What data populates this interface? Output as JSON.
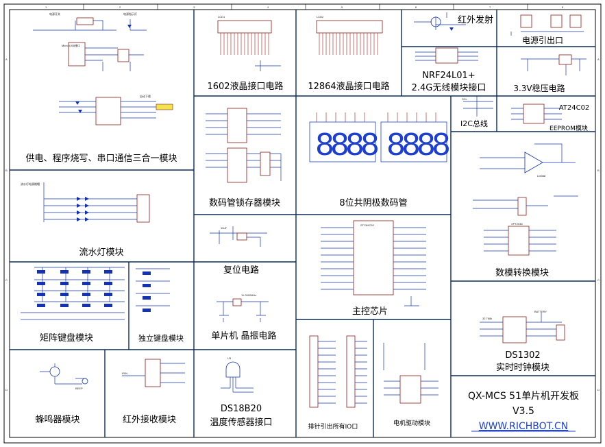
{
  "board": {
    "title": "QX-MCS 51单片机开发板",
    "version": "V3.5",
    "url": "WWW.RICHBOT.CN"
  },
  "border": {
    "cols": [
      "1",
      "2",
      "3",
      "4",
      "5",
      "6",
      "7",
      "8"
    ],
    "rows": [
      "A",
      "B",
      "C",
      "D"
    ]
  },
  "modules": {
    "power": "供电、程序烧写、串口通信三合一模块",
    "led_flow": "流水灯模块",
    "matrix_keys": "矩阵键盘模块",
    "independent_keys": "独立键盘模块",
    "buzzer": "蜂鸣器模块",
    "ir_receive": "红外接收模块",
    "lcd1602": "1602液晶接口电路",
    "lcd12864": "12864液晶接口电路",
    "ir_send": "红外发射",
    "power_out": "电源引出口",
    "nrf_line1": "NRF24L01+",
    "nrf_line2": "2.4G无线模块接口",
    "reg33": "3.3V稳压电路",
    "i2c_bus": "I2C总线",
    "eeprom_chip": "AT24C02",
    "eeprom": "EEPROM模块",
    "seg_latch": "数码管锁存器模块",
    "seg8": "8位共阴极数码管",
    "reset": "复位电路",
    "crystal": "单片机 晶振电路",
    "mcu": "主控芯片",
    "dac": "数模转换模块",
    "ds1302_line1": "DS1302",
    "ds1302_line2": "实时时钟模块",
    "ds18b20_line1": "DS18B20",
    "ds18b20_line2": "温度传感器接口",
    "io_header": "排针引出所有IO口",
    "motor": "电机驱动模块"
  },
  "small_labels": {
    "power_switch": "电源开关",
    "power_led": "电源指示灯",
    "auto_download": "自动下载",
    "led_power": "流水灯电源跳帽",
    "usb": "Micro USB接口",
    "beep": "BEEP",
    "ir_out": "IRIN",
    "lcd_lcd1": "LCD1",
    "lcd_lcd2": "LCD2",
    "ds18b20_chip": "U3",
    "ds1302_crystal": "32.768k",
    "battery": "BATTERY",
    "mcu_chip": "STC89C52",
    "dac_chip": "XPT2046",
    "lm358": "LM358",
    "reset_cap": "10uF",
    "xtal": "11.0592MHz"
  },
  "seg_digits": [
    "8",
    "8",
    "8",
    "8",
    "8",
    "8",
    "8",
    "8"
  ]
}
